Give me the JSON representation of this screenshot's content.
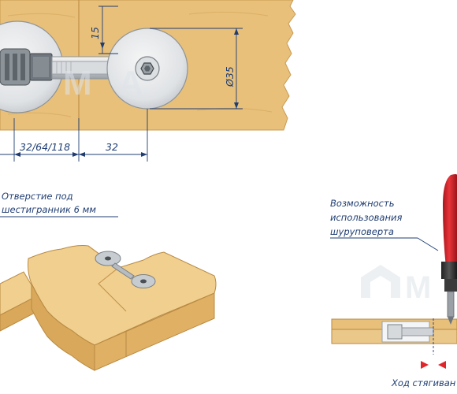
{
  "dimensions": {
    "height_15": "15",
    "diameter": "Ø35",
    "spacing": "32/64/118",
    "offset": "32"
  },
  "callouts": {
    "hex_hole": [
      "Отверстие под",
      "шестигранник 6 мм"
    ],
    "screwdriver": [
      "Возможность",
      "использования",
      "шуруповерта"
    ],
    "clamp_travel": "Ход стягиван"
  },
  "watermark": "МАКМАРТ",
  "colors": {
    "wood": "#e8c07a",
    "wood_light": "#f0cf8f",
    "wood_side": "#d9a85a",
    "line": "#1f3d73",
    "metal": "#bfc5cb",
    "metal_dark": "#6f767d",
    "red": "#d7262d",
    "arrow_red": "#e0252b"
  },
  "icons": [
    "hex-socket-icon",
    "screwdriver-illustration"
  ]
}
